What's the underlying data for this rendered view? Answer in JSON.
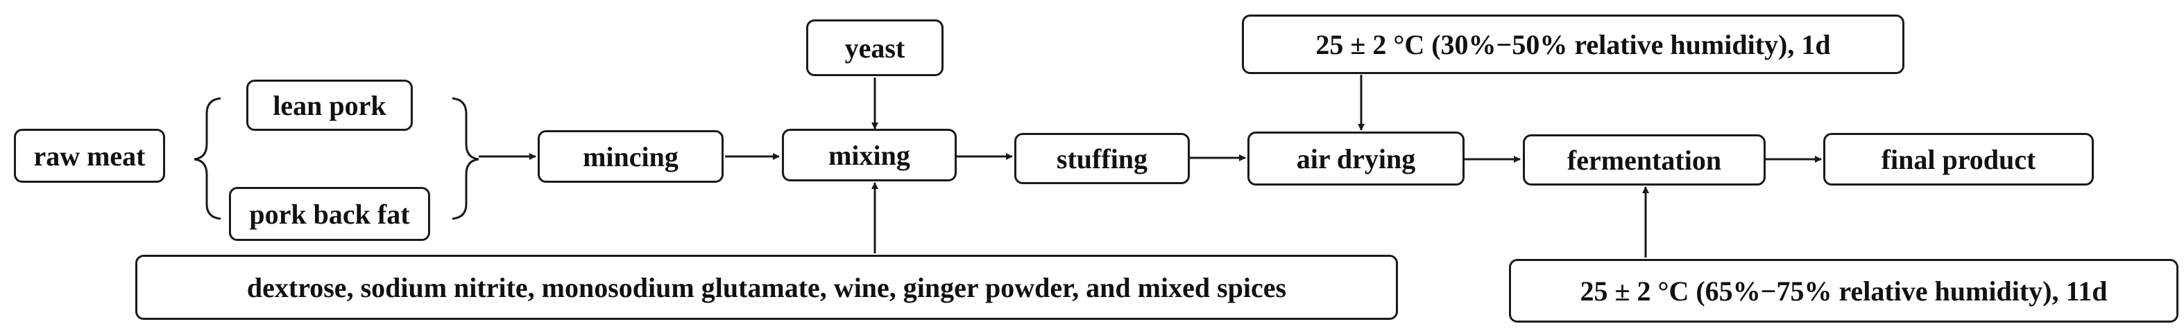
{
  "diagram": {
    "nodes": {
      "raw_meat": "raw meat",
      "lean_pork": "lean pork",
      "pork_back_fat": "pork back fat",
      "mincing": "mincing",
      "yeast": "yeast",
      "mixing": "mixing",
      "additives": "dextrose, sodium nitrite, monosodium glutamate, wine, ginger powder,  and mixed spices",
      "stuffing": "stuffing",
      "air_drying": "air drying",
      "air_drying_condition": "25 ± 2 °C  (30%−50% relative humidity), 1d",
      "fermentation": "fermentation",
      "fermentation_condition": "25 ± 2 °C  (65%−75% relative humidity), 11d",
      "final_product": "final product"
    },
    "colors": {
      "stroke": "#1a1a1a",
      "text": "#111111",
      "background": "#ffffff"
    }
  }
}
